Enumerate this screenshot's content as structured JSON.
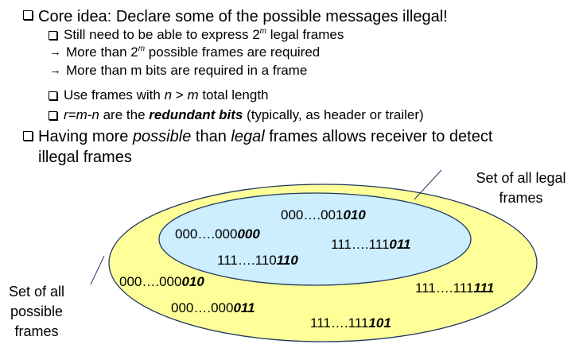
{
  "bullets": {
    "b1": "Core idea: Declare some of the possible messages illegal!",
    "b2_pre": "Still need to be able to express 2",
    "b2_sup": "m",
    "b2_post": " legal frames",
    "arrow_glyph": "→",
    "a1_pre": "More than 2",
    "a1_sup": "m",
    "a1_post": " possible frames are required",
    "a2": "More than m bits are required in a frame",
    "b3_pre": "Use frames with ",
    "b3_n": "n",
    "b3_mid": " > ",
    "b3_m": "m",
    "b3_post": " total length",
    "b4_eq": "r=m-n",
    "b4_mid": " are the ",
    "b4_bold": "redundant bits",
    "b4_post": " (typically, as header or trailer)",
    "b5_pre": "Having more ",
    "b5_possible": "possible",
    "b5_mid": " than ",
    "b5_legal": "legal",
    "b5_post": " frames allows receiver to detect",
    "b5_line2": "illegal frames"
  },
  "diagram": {
    "legal_label": [
      "Set of all legal",
      "frames"
    ],
    "possible_label": [
      "Set of all",
      "possible",
      "frames"
    ],
    "colors": {
      "outer_fill": "#ffff99",
      "inner_fill": "#cceeff",
      "stroke": "#1f3864"
    },
    "legal_frames": [
      {
        "prefix": "000….001",
        "suffix": "010"
      },
      {
        "prefix": "000….000",
        "suffix": "000"
      },
      {
        "prefix": "111….111",
        "suffix": "011"
      },
      {
        "prefix": "111….110",
        "suffix": "110"
      }
    ],
    "illegal_frames": [
      {
        "prefix": "000….000",
        "suffix": "010"
      },
      {
        "prefix": "111….111",
        "suffix": "111"
      },
      {
        "prefix": "000….000",
        "suffix": "011"
      },
      {
        "prefix": "111….111",
        "suffix": "101"
      }
    ]
  }
}
